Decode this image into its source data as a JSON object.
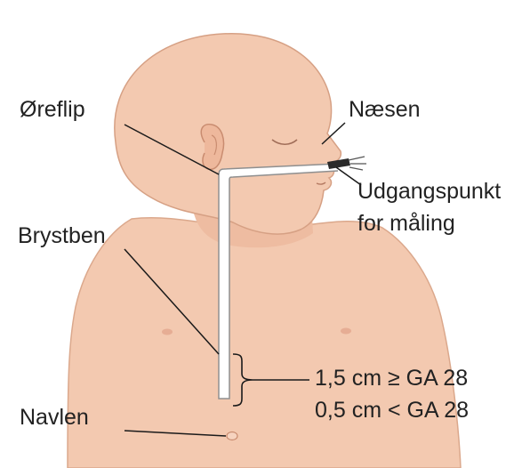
{
  "labels": {
    "ear": "Øreflip",
    "nose": "Næsen",
    "start_line1": "Udgangspunkt",
    "start_line2": "for måling",
    "sternum": "Brystben",
    "range_line1": "1,5 cm ≥ GA 28",
    "range_line2": "0,5 cm < GA 28",
    "navel": "Navlen"
  },
  "colors": {
    "skin": "#f3c9b0",
    "skin_shadow": "#e2ad92",
    "outline": "#d39a7e",
    "line": "#1a1a1a",
    "tube": "#9a9a9a"
  }
}
